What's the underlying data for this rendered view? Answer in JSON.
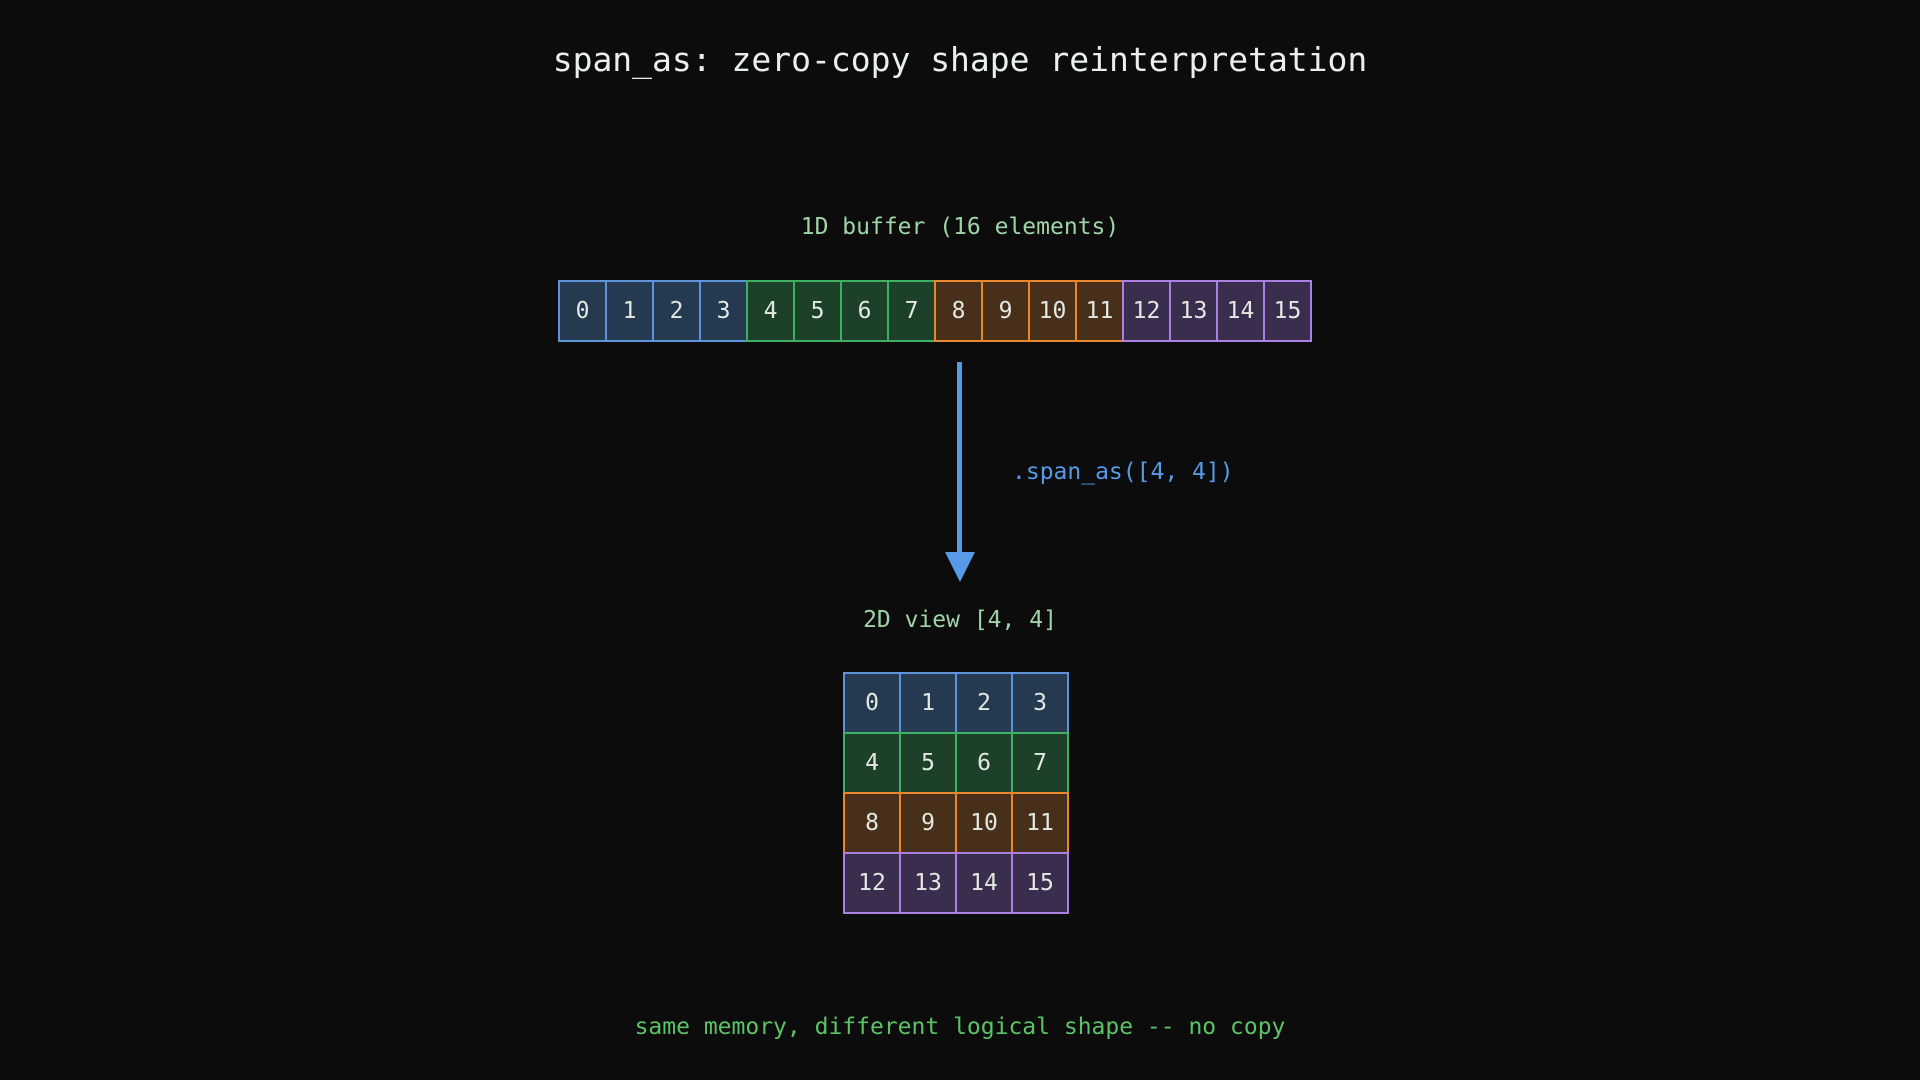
{
  "title": "span_as: zero-copy shape reinterpretation",
  "buffer_1d": {
    "label": "1D buffer (16 elements)",
    "cells": [
      {
        "value": "0",
        "group": "blue"
      },
      {
        "value": "1",
        "group": "blue"
      },
      {
        "value": "2",
        "group": "blue"
      },
      {
        "value": "3",
        "group": "blue"
      },
      {
        "value": "4",
        "group": "green"
      },
      {
        "value": "5",
        "group": "green"
      },
      {
        "value": "6",
        "group": "green"
      },
      {
        "value": "7",
        "group": "green"
      },
      {
        "value": "8",
        "group": "orange"
      },
      {
        "value": "9",
        "group": "orange"
      },
      {
        "value": "10",
        "group": "orange"
      },
      {
        "value": "11",
        "group": "orange"
      },
      {
        "value": "12",
        "group": "purple"
      },
      {
        "value": "13",
        "group": "purple"
      },
      {
        "value": "14",
        "group": "purple"
      },
      {
        "value": "15",
        "group": "purple"
      }
    ]
  },
  "transform": {
    "arrow_label": ".span_as([4, 4])"
  },
  "view_2d": {
    "label": "2D view [4, 4]",
    "rows": [
      {
        "group": "blue",
        "cells": [
          "0",
          "1",
          "2",
          "3"
        ]
      },
      {
        "group": "green",
        "cells": [
          "4",
          "5",
          "6",
          "7"
        ]
      },
      {
        "group": "orange",
        "cells": [
          "8",
          "9",
          "10",
          "11"
        ]
      },
      {
        "group": "purple",
        "cells": [
          "12",
          "13",
          "14",
          "15"
        ]
      }
    ]
  },
  "footer": "same memory, different logical shape -- no copy",
  "colors": {
    "background": "#0b0c0b",
    "title": "#e9f0e9",
    "label_green": "#9fd3a8",
    "footer_green": "#5cc268",
    "arrow_blue": "#569ae8",
    "cell_text": "#e3e8e3",
    "groups": {
      "blue": {
        "fill": "#253950",
        "border": "#5e93d8"
      },
      "green": {
        "fill": "#1d4128",
        "border": "#3fae67"
      },
      "orange": {
        "fill": "#472f1a",
        "border": "#e9872f"
      },
      "purple": {
        "fill": "#3a2d4e",
        "border": "#aa80e2"
      }
    }
  }
}
